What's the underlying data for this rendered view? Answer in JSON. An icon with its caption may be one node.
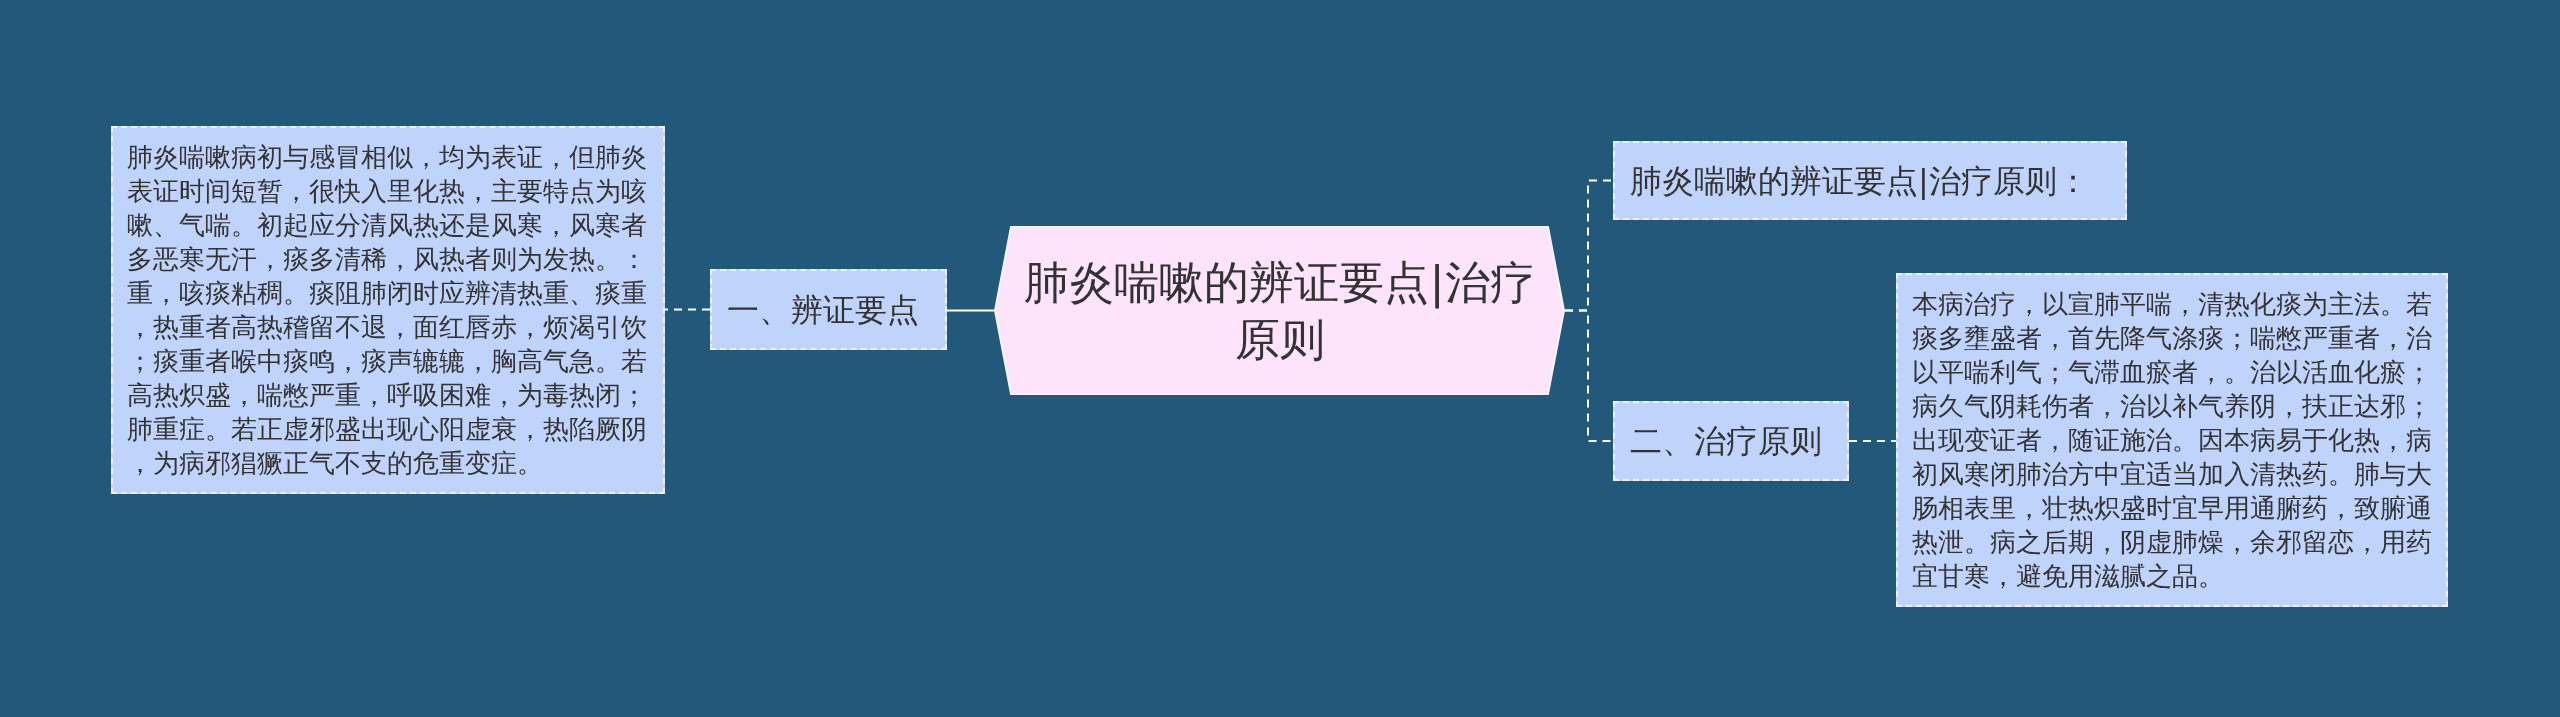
{
  "diagram": {
    "nodes": [
      {
        "text": [
          "肺炎喘嗽的辨证要点|治疗原则"
        ]
      },
      {
        "text": [
          "一、辨证要点"
        ]
      },
      {
        "text": [
          "肺炎喘嗽病初与感冒相似，均为表证，但肺炎表证时间短暂，很快入里化热，主要特点为咳嗽、气喘。初起应分清风热还是风寒，风寒者多恶寒无汗，痰多清稀，风热者则为发热。：重，咳痰粘稠。痰阻肺闭时应辨清热重、痰重，热重者高热稽留不退，面红唇赤，烦渴引饮；痰重者喉中痰鸣，痰声辘辘，胸高气急。若高热炽盛，喘憋严重，呼吸困难，为毒热闭；肺重症。若正虚邪盛出现心阳虚衰，热陷厥阴，为病邪猖獗正气不支的危重变症。"
        ]
      },
      {
        "text": [
          "肺炎喘嗽的辨证要点|治疗原则："
        ]
      },
      {
        "text": [
          "二、治疗原则"
        ]
      },
      {
        "text": [
          "本病治疗，以宣肺平喘，清热化痰为主法。若痰多壅盛者，首先降气涤痰；喘憋严重者，治以平喘利气；气滞血瘀者，。治以活血化瘀；病久气阴耗伤者，治以补气养阴，扶正达邪；出现变证者，随证施治。因本病易于化热，病初风寒闭肺治方中宜适当加入清热药。肺与大肠相表里，壮热炽盛时宜早用通腑药，致腑通热泄。病之后期，阴虚肺燥，余邪留恋，用药宜甘寒，避免用滋腻之品。"
        ]
      }
    ],
    "edges": [
      {
        "from": 0,
        "to": 1,
        "arrow": "none"
      },
      {
        "from": 0,
        "to": 3,
        "arrow": "none",
        "style": "dashed"
      },
      {
        "from": 0,
        "to": 4,
        "arrow": "none",
        "style": "dashed"
      },
      {
        "from": 1,
        "to": 2,
        "arrow": "none",
        "style": "dashed"
      },
      {
        "from": 4,
        "to": 5,
        "arrow": "none",
        "style": "dashed"
      }
    ]
  }
}
